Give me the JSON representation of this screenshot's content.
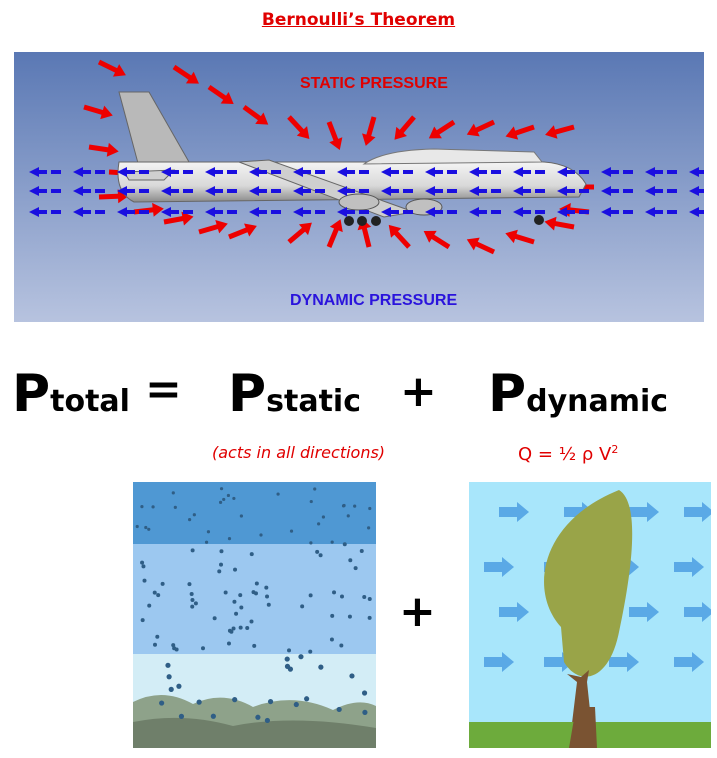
{
  "title": "Bernoulli’s Theorem",
  "top_diagram": {
    "static_label": "STATIC PRESSURE",
    "dynamic_label": "DYNAMIC PRESSURE",
    "colors": {
      "static_arrow": "#ee0000",
      "dynamic_arrow": "#1a0fe0",
      "sky_top": "#5a78b4",
      "sky_bottom": "#b7c3df"
    }
  },
  "equation": {
    "p": "P",
    "total": "total",
    "equals": "=",
    "static": "static",
    "plus": "+",
    "dynamic": "dynamic",
    "static_note": "(acts in all directions)",
    "q_formula": "Q  =  ½ ρ V",
    "q_exponent": "2"
  },
  "bottom": {
    "plus": "+",
    "colors": {
      "water_top": "#4f98d3",
      "water_mid": "#9cc8f0",
      "water_low": "#d3edf6",
      "wind_bg": "#a8e6fb",
      "wind_arrow": "#5aa9e6",
      "tree": "#99a448",
      "trunk": "#7a5332",
      "grass": "#6dab3c"
    }
  }
}
